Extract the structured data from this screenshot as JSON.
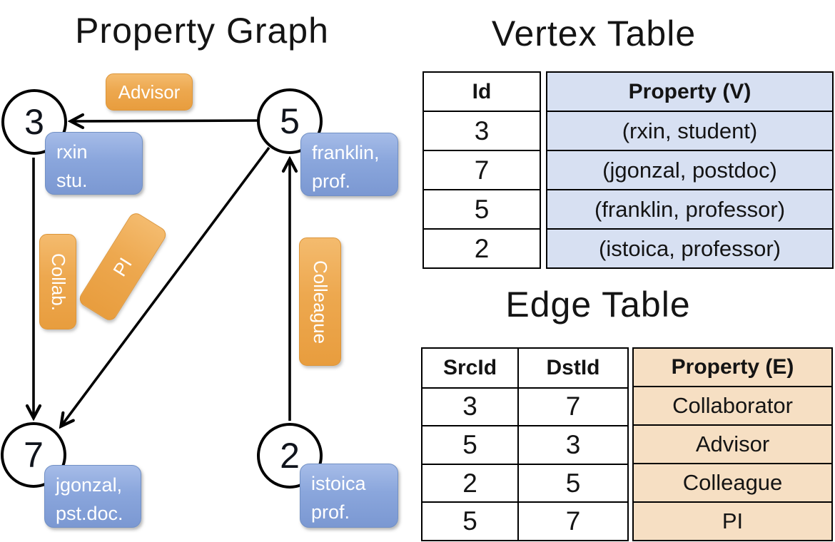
{
  "graph_panel": {
    "title": "Property Graph",
    "nodes": [
      {
        "id": "3",
        "line1": "rxin",
        "line2": "stu."
      },
      {
        "id": "5",
        "line1": "franklin,",
        "line2": "prof."
      },
      {
        "id": "7",
        "line1": "jgonzal,",
        "line2": "pst.doc."
      },
      {
        "id": "2",
        "line1": "istoica",
        "line2": "prof."
      }
    ],
    "edge_labels": [
      "Advisor",
      "Collab.",
      "PI",
      "Colleague"
    ]
  },
  "vertex_table": {
    "title": "Vertex Table",
    "columns": [
      "Id",
      "Property (V)"
    ],
    "rows": [
      [
        "3",
        "(rxin, student)"
      ],
      [
        "7",
        "(jgonzal, postdoc)"
      ],
      [
        "5",
        "(franklin, professor)"
      ],
      [
        "2",
        "(istoica, professor)"
      ]
    ]
  },
  "edge_table": {
    "title": "Edge Table",
    "columns": [
      "SrcId",
      "DstId",
      "Property (E)"
    ],
    "rows": [
      [
        "3",
        "7",
        "Collaborator"
      ],
      [
        "5",
        "3",
        "Advisor"
      ],
      [
        "2",
        "5",
        "Colleague"
      ],
      [
        "5",
        "7",
        "PI"
      ]
    ]
  },
  "colors": {
    "edge_label_fill": "#eda84f",
    "vertex_label_fill": "#8aa6dc",
    "vertex_property_bg": "#d7e0f2",
    "edge_property_bg": "#f6dfc3",
    "line_color": "#000000"
  }
}
